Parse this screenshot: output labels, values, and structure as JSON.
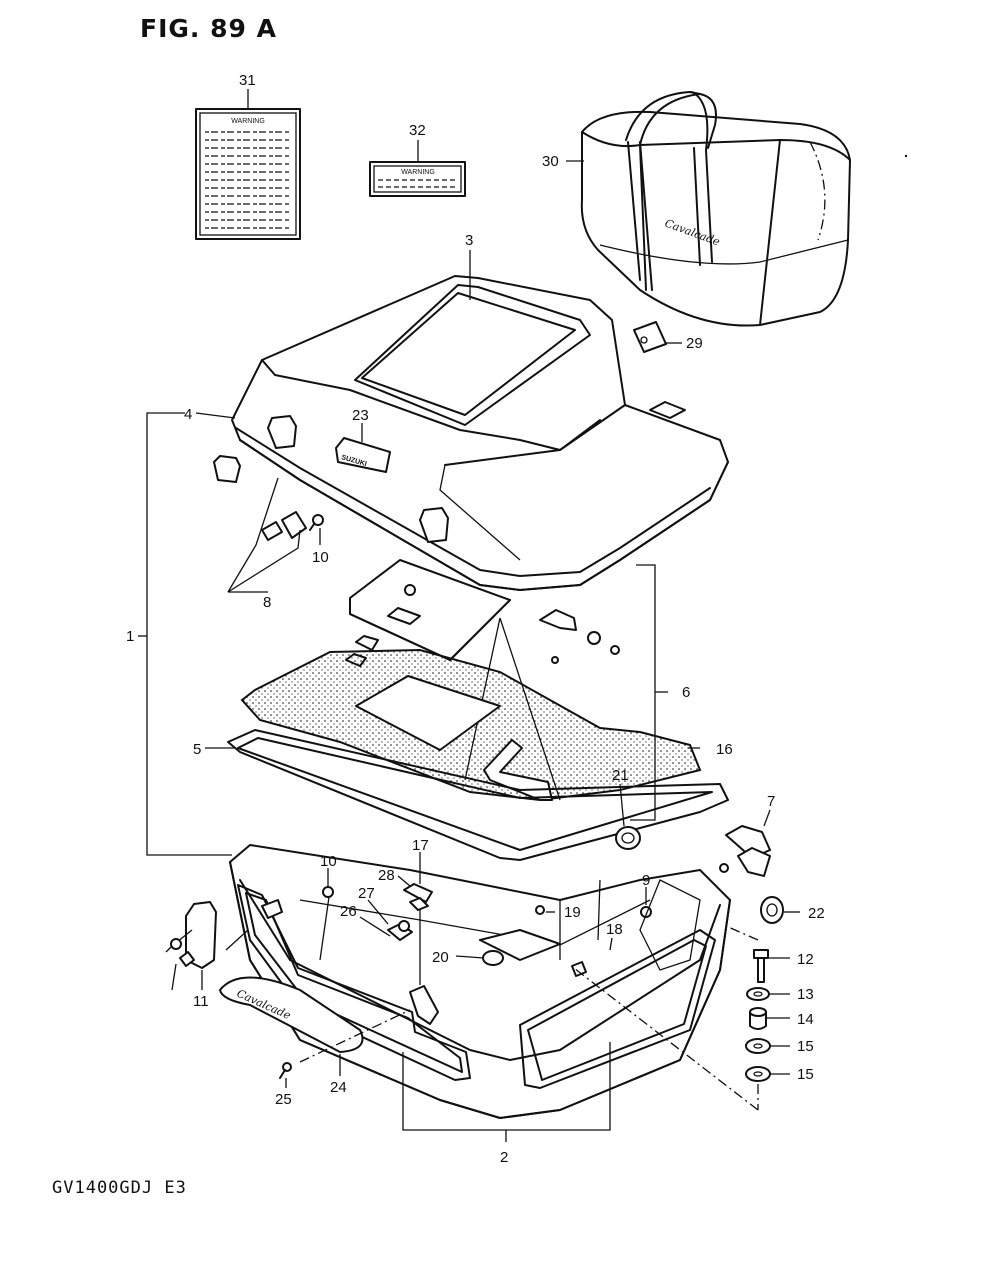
{
  "figure": {
    "title": "FIG. 89 A",
    "model_code": "GV1400GDJ E3"
  },
  "labels": {
    "warning_label_text": "WARNING",
    "warning_sticker_text": "WARNING",
    "bag_logo_text": "Cavalcade",
    "lid_emblem_text": "SUZUKI",
    "side_emblem_text": "Cavalcade"
  },
  "callouts": {
    "c1": "1",
    "c2": "2",
    "c3": "3",
    "c4": "4",
    "c5": "5",
    "c6": "6",
    "c7": "7",
    "c8": "8",
    "c9": "9",
    "c10a": "10",
    "c10b": "10",
    "c11": "11",
    "c12": "12",
    "c13": "13",
    "c14": "14",
    "c15a": "15",
    "c15b": "15",
    "c16": "16",
    "c17": "17",
    "c18": "18",
    "c19": "19",
    "c20": "20",
    "c21": "21",
    "c22": "22",
    "c23": "23",
    "c24": "24",
    "c25": "25",
    "c26": "26",
    "c27": "27",
    "c28": "28",
    "c29": "29",
    "c30": "30",
    "c31": "31",
    "c32": "32"
  }
}
